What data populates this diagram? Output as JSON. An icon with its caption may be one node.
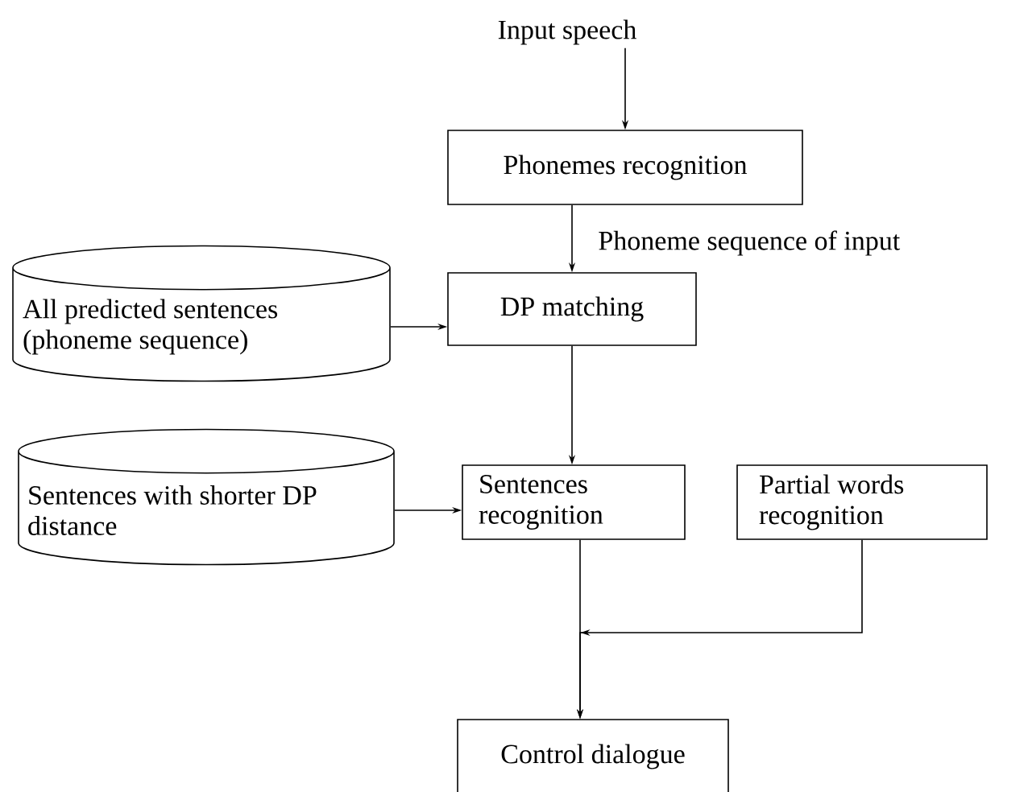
{
  "diagram": {
    "nodes": [
      {
        "text": [
          "Input speech"
        ]
      },
      {
        "text": [
          "Phonemes recognition"
        ]
      },
      {
        "text": [
          "DP matching"
        ]
      },
      {
        "text": [
          "All predicted sentences (phoneme sequence)"
        ]
      },
      {
        "text": [
          "Sentences recognition"
        ]
      },
      {
        "text": [
          "Partial words recognition"
        ]
      },
      {
        "text": [
          "Sentences with shorter DP distance"
        ]
      },
      {
        "text": [
          "Control dialogue"
        ]
      }
    ],
    "edges": [
      {
        "from": 0,
        "to": 1,
        "arrow": "to"
      },
      {
        "from": 1,
        "to": 2,
        "arrow": "to",
        "label": "Phoneme sequence of input"
      },
      {
        "from": 3,
        "to": 2,
        "arrow": "to"
      },
      {
        "from": 2,
        "to": 4,
        "arrow": "to"
      },
      {
        "from": 6,
        "to": 4,
        "arrow": "to"
      },
      {
        "from": 4,
        "to": 7,
        "arrow": "to"
      },
      {
        "from": 5,
        "to": 7,
        "arrow": "to"
      }
    ]
  }
}
